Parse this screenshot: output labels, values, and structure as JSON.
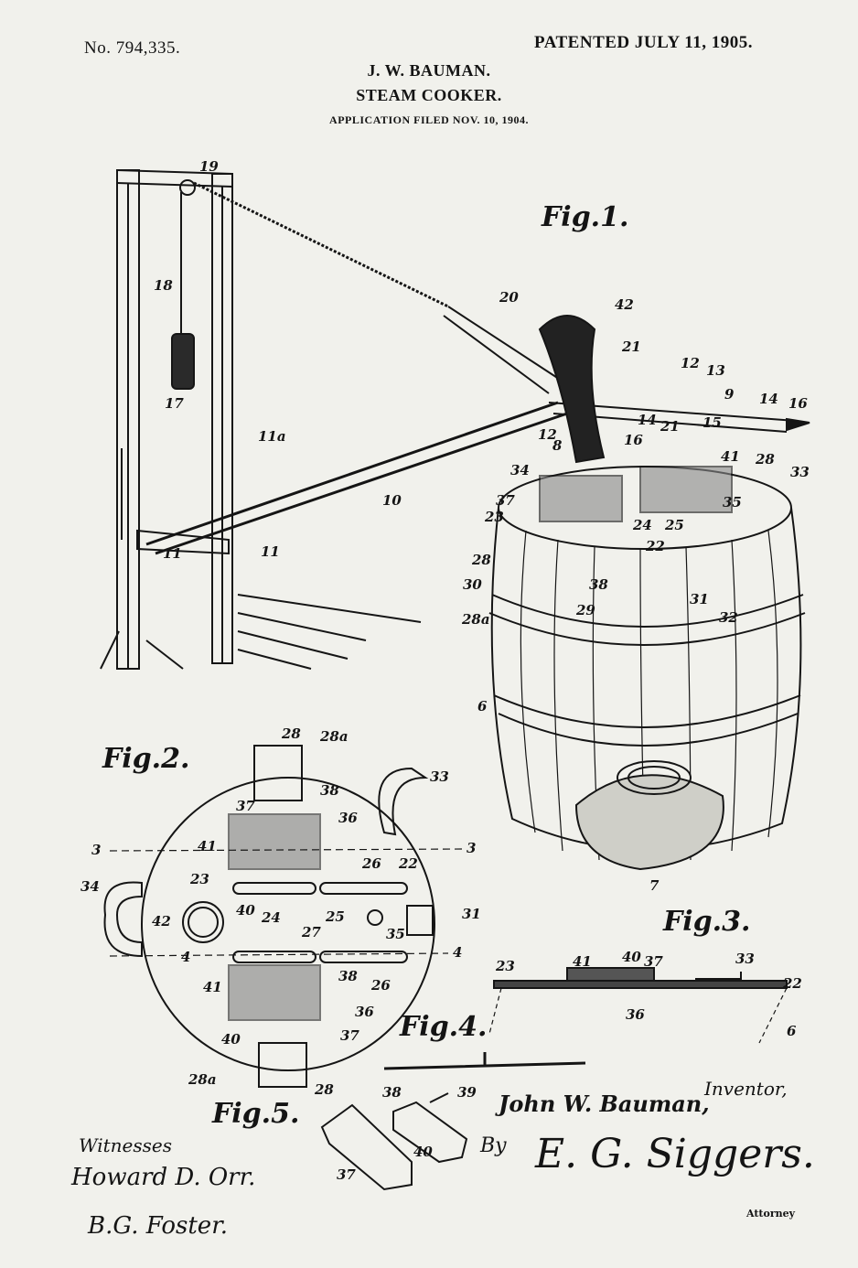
{
  "header": {
    "patent_number": "No. 794,335.",
    "patented_date": "PATENTED JULY 11, 1905.",
    "inventor_name": "J. W. BAUMAN.",
    "title": "STEAM COOKER.",
    "application_filed": "APPLICATION FILED NOV. 10, 1904."
  },
  "figures": {
    "fig1": "Fig.1.",
    "fig2": "Fig.2.",
    "fig3": "Fig.3.",
    "fig4": "Fig.4.",
    "fig5": "Fig.5."
  },
  "fig1_numerals": [
    "19",
    "18",
    "17",
    "11a",
    "10",
    "11",
    "11",
    "20",
    "42",
    "21",
    "12",
    "13",
    "9",
    "14",
    "16",
    "12",
    "14",
    "21",
    "15",
    "16",
    "8",
    "41",
    "28",
    "34",
    "33",
    "37",
    "23",
    "24",
    "25",
    "35",
    "22",
    "28",
    "30",
    "38",
    "29",
    "31",
    "32",
    "28a",
    "6",
    "7"
  ],
  "fig2_numerals": [
    "28",
    "28a",
    "33",
    "38",
    "37",
    "36",
    "3",
    "41",
    "3",
    "26",
    "22",
    "23",
    "34",
    "42",
    "40",
    "24",
    "27",
    "25",
    "35",
    "31",
    "4",
    "4",
    "38",
    "26",
    "41",
    "36",
    "37",
    "40",
    "28a",
    "28"
  ],
  "fig3_numerals": [
    "41",
    "40",
    "37",
    "33",
    "23",
    "22",
    "36",
    "6"
  ],
  "fig5_numerals": [
    "38",
    "39",
    "40",
    "37"
  ],
  "signatures": {
    "witnesses_label": "Witnesses",
    "witness1": "Howard D. Orr.",
    "witness2": "B.G. Foster.",
    "inventor_signature": "John W. Bauman,",
    "inventor_label": "Inventor,",
    "by_label": "By",
    "attorney_signature": "E. G. Siggers.",
    "attorney_label": "Attorney"
  }
}
